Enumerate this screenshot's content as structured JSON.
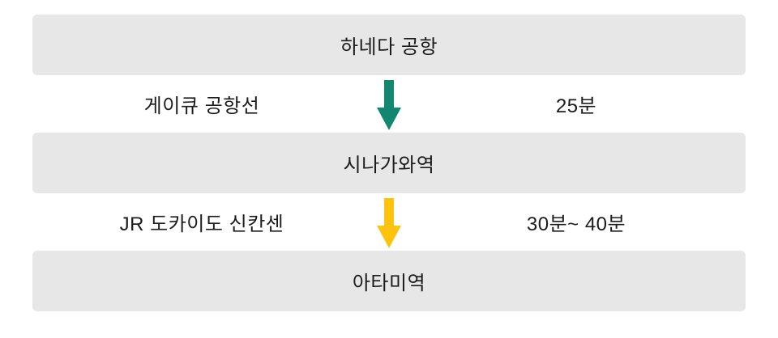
{
  "diagram": {
    "nodes": [
      {
        "label": "하네다 공항"
      },
      {
        "label": "시나가와역"
      },
      {
        "label": "아타미역"
      }
    ],
    "edges": [
      {
        "line": "게이큐 공항선",
        "duration": "25분",
        "arrow_color": "#12866F"
      },
      {
        "line": "JR 도카이도 신칸센",
        "duration": "30분~ 40분",
        "arrow_color": "#FFC20E"
      }
    ]
  },
  "colors": {
    "node_background": "#e7e7e7",
    "text": "#1c1c1c"
  }
}
